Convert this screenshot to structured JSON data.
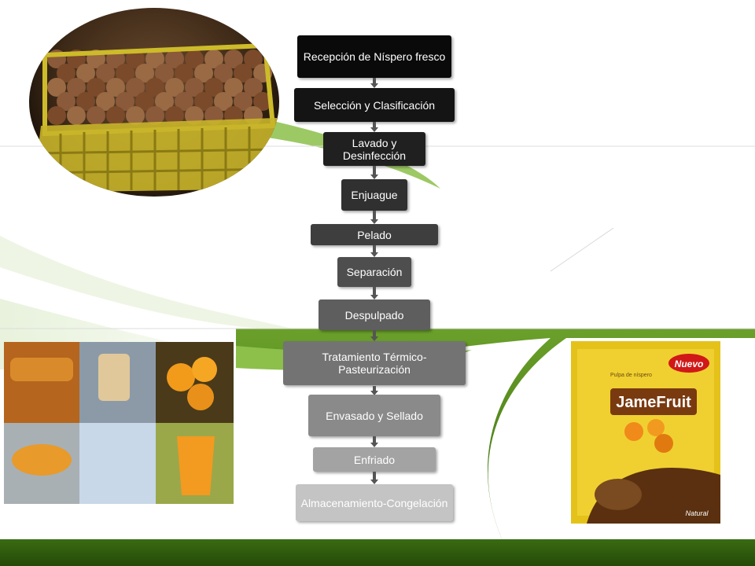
{
  "steps": [
    {
      "label": "Recepción de Níspero fresco",
      "bg": "#0a0a0a",
      "fg": "#ffffff"
    },
    {
      "label": "Selección y Clasificación",
      "bg": "#141414",
      "fg": "#ffffff"
    },
    {
      "label": "Lavado y Desinfección",
      "bg": "#202020",
      "fg": "#ffffff"
    },
    {
      "label": "Enjuague",
      "bg": "#303030",
      "fg": "#ffffff"
    },
    {
      "label": "Pelado",
      "bg": "#3e3e3e",
      "fg": "#ffffff"
    },
    {
      "label": "Separación",
      "bg": "#4e4e4e",
      "fg": "#ffffff"
    },
    {
      "label": "Despulpado",
      "bg": "#5e5e5e",
      "fg": "#ffffff"
    },
    {
      "label": "Tratamiento Térmico-Pasteurización",
      "bg": "#737373",
      "fg": "#ffffff"
    },
    {
      "label": "Envasado y Sellado",
      "bg": "#8a8a8a",
      "fg": "#ffffff"
    },
    {
      "label": "Enfriado",
      "bg": "#a3a3a3",
      "fg": "#ffffff"
    },
    {
      "label": "Almacenamiento-Congelación",
      "bg": "#c4c4c4",
      "fg": "#ffffff"
    }
  ],
  "package": {
    "brand": "JameFruit",
    "badge": "Nuevo",
    "subtitle": "Pulpa de níspero",
    "footer_text": "Natural"
  },
  "colors": {
    "accent_green": "#3a6b12",
    "arrow": "#555555"
  }
}
